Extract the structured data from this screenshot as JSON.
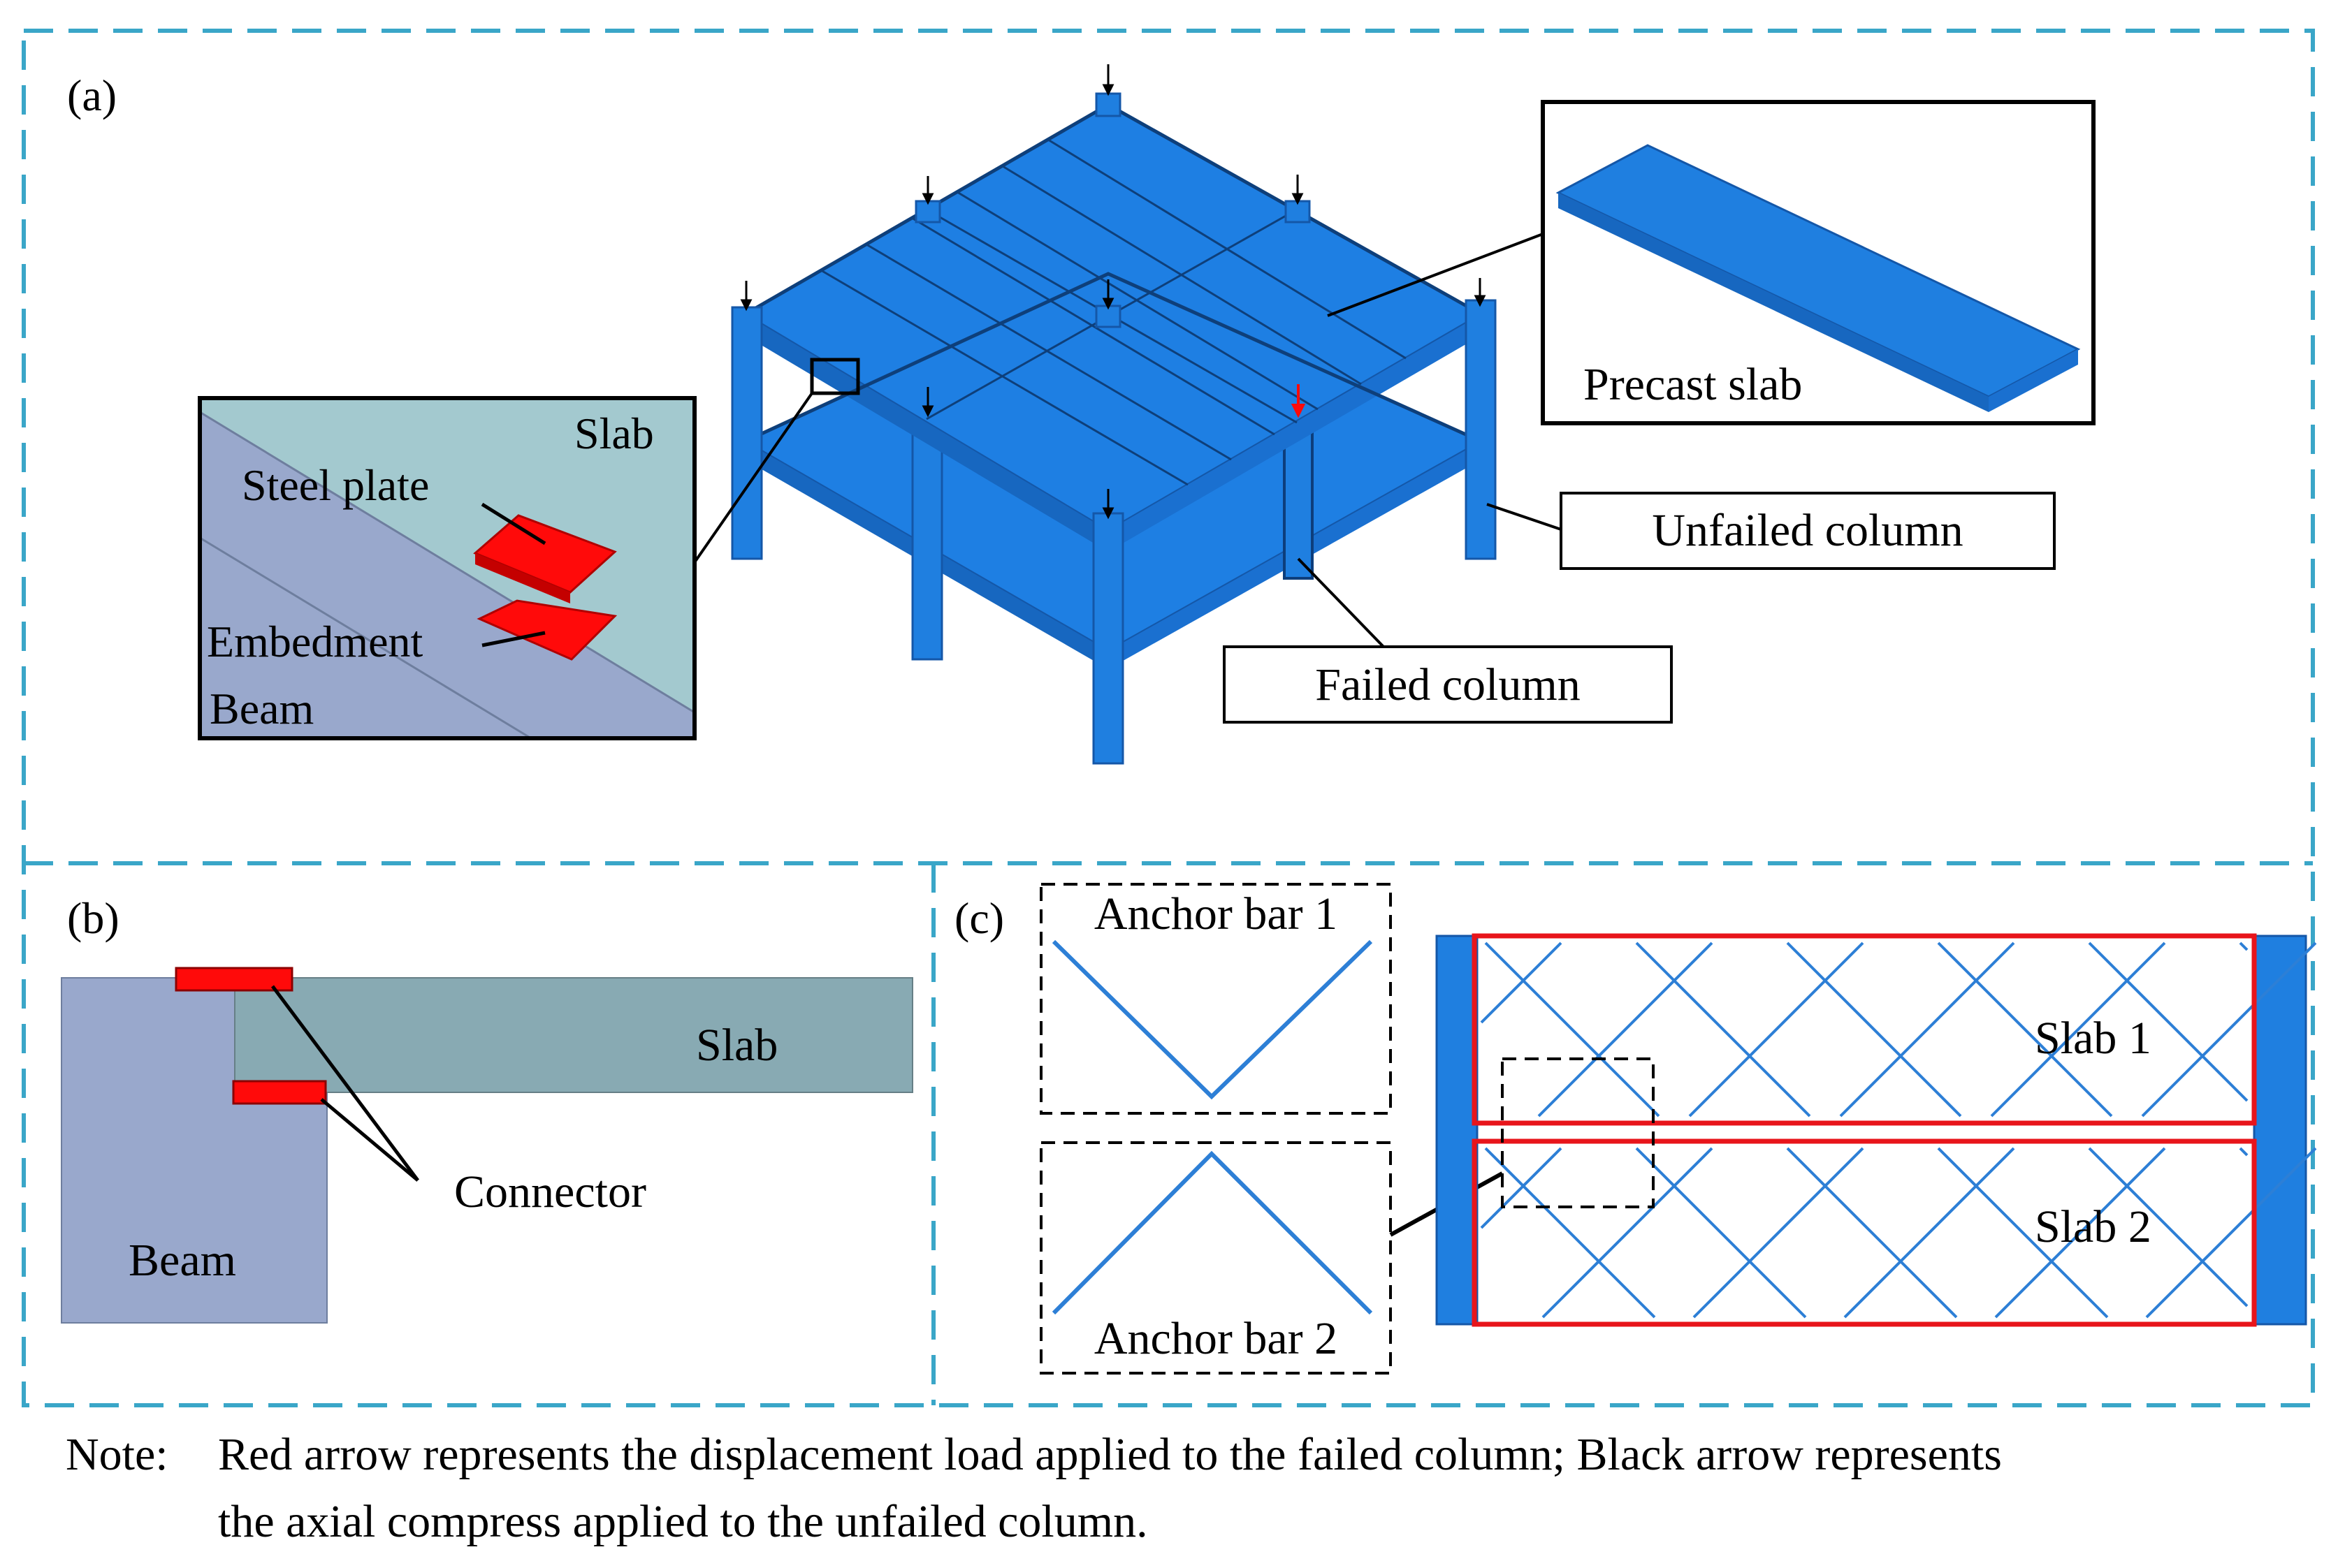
{
  "panels": {
    "a": "(a)",
    "b": "(b)",
    "c": "(c)"
  },
  "panel_a": {
    "inset_labels": {
      "slab": "Slab",
      "steel_plate": "Steel plate",
      "embedment": "Embedment",
      "beam": "Beam"
    },
    "precast_slab": "Precast slab",
    "unfailed_column": "Unfailed column",
    "failed_column": "Failed column"
  },
  "panel_b": {
    "slab": "Slab",
    "beam": "Beam",
    "connector": "Connector"
  },
  "panel_c": {
    "anchor_bar_1": "Anchor bar 1",
    "anchor_bar_2": "Anchor bar 2",
    "slab_1": "Slab 1",
    "slab_2": "Slab 2"
  },
  "note": {
    "prefix": "Note:",
    "line1": "Red arrow represents the displacement load applied to the failed column; Black arrow represents",
    "line2": "the axial compress applied to the unfailed column."
  },
  "colors": {
    "frame_dashed": "#3aa6c8",
    "structure_blue": "#1f7fe0",
    "structure_dark": "#1457a8",
    "steel_red": "#ff0a0a",
    "slab_teal": "#88aab3",
    "beam_lavender": "#99a8cc",
    "inset_slab": "#a3c9cf",
    "rebar_blue": "#2d7fd6",
    "outline_red": "#e8151b"
  },
  "icons": [
    "down-arrow-icon"
  ]
}
